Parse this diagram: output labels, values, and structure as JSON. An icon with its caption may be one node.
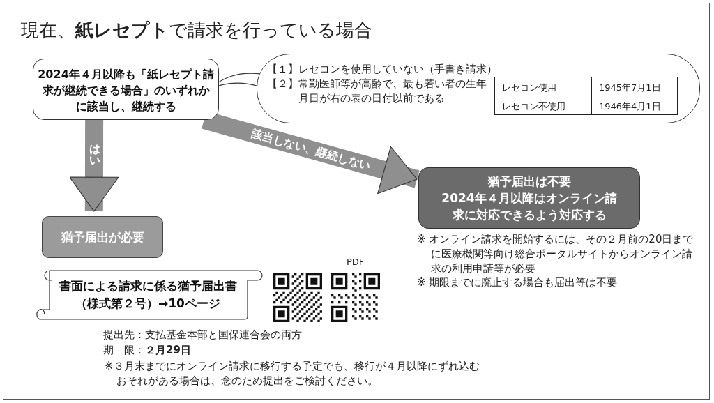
{
  "diagram": {
    "title": "現在、**紙レセプト**で請求を行っている場合",
    "nodes": [
      {
        "text": [
          "2024年４月以降も「紙レセプト請求が継続できる場合」のいずれかに該当し、継続する"
        ]
      },
      {
        "text": [
          "【１】レセコンを使用していない（手書き請求）",
          "【２】常勤医師等が高齢で、最も若い者の生年月日が右の表の日付以前である"
        ]
      },
      {
        "text": [
          "猶予届出が必要"
        ]
      },
      {
        "text": [
          "書面による請求に係る猶予届出書（様式第２号）→10ページ"
        ],
        "beside": [
          "提出先：支払基金本部と国保連合会の両方",
          "期　限：**２月29日**",
          "※３月末までにオンライン請求に移行する予定でも、移行が４月以降にずれ込むおそれがある場合は、念のため提出をご検討ください。"
        ]
      },
      {
        "text": [
          "猶予届出は不要",
          "2024年４月以降はオンライン請求に対応できるよう対応する"
        ],
        "beside": [
          "※ オンライン請求を開始するには、その２月前の20日までに医療機関等向け総合ポータルサイトからオンライン請求の利用申請等が必要",
          "※ 期限までに廃止する場合も届出等は不要"
        ]
      }
    ],
    "edges": [
      {
        "from": 0,
        "to": 2,
        "arrow": "to",
        "label": "はい"
      },
      {
        "from": 0,
        "to": 4,
        "arrow": "to",
        "label": "該当しない、継続しない"
      }
    ],
    "labels": [
      "レセコン使用",
      "1945年7月1日",
      "レセコン不使用",
      "1946年4月1日",
      "PDF"
    ]
  }
}
